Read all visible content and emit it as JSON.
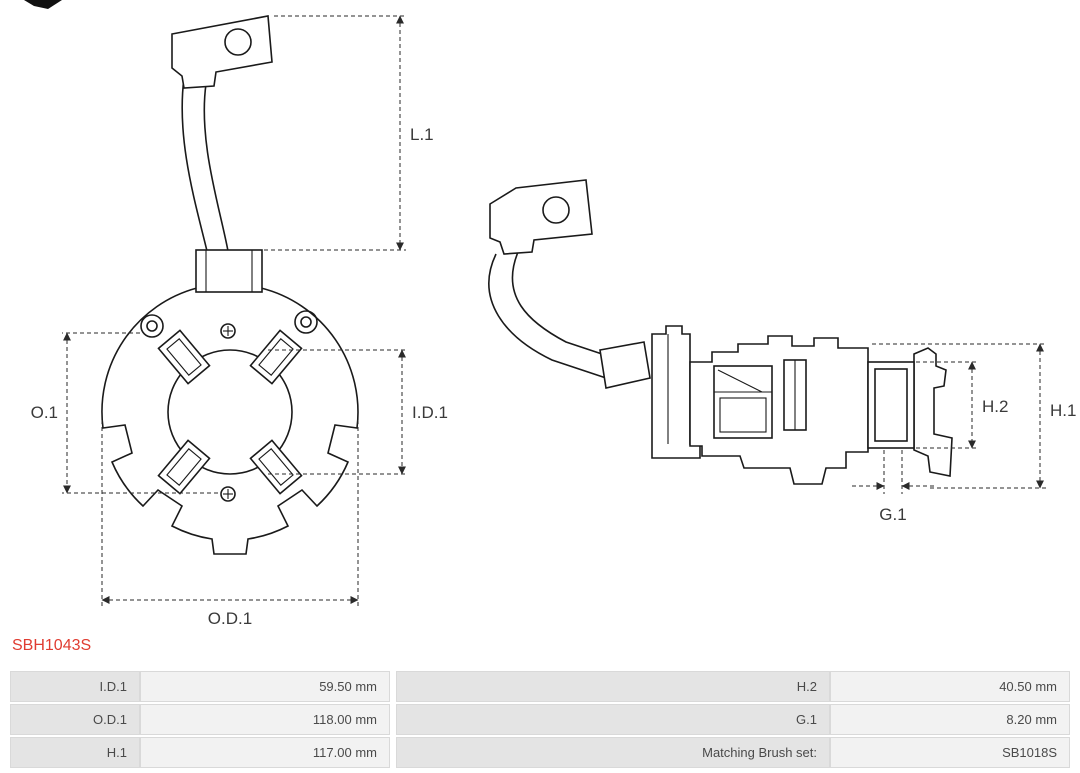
{
  "part_number": "SBH1043S",
  "diagram": {
    "dimension_labels": {
      "l1": "L.1",
      "o1": "O.1",
      "id1": "I.D.1",
      "od1": "O.D.1",
      "h2": "H.2",
      "h1": "H.1",
      "g1": "G.1"
    }
  },
  "specs_table": {
    "rows": [
      {
        "left_label": "I.D.1",
        "left_value": "59.50 mm",
        "right_label": "H.2",
        "right_value": "40.50 mm"
      },
      {
        "left_label": "O.D.1",
        "left_value": "118.00 mm",
        "right_label": "G.1",
        "right_value": "8.20 mm"
      },
      {
        "left_label": "H.1",
        "left_value": "117.00 mm",
        "right_label": "Matching Brush set:",
        "right_value": "SB1018S"
      }
    ]
  },
  "colors": {
    "part_number_red": "#e03c31",
    "table_label_bg": "#e4e4e4",
    "table_value_bg": "#f2f2f2",
    "table_text": "#4a4a4a",
    "line": "#1a1a1a"
  }
}
